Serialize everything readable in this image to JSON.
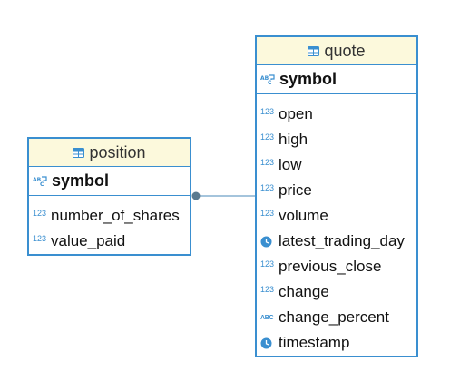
{
  "entities": [
    {
      "title": "position",
      "pk": {
        "name": "symbol",
        "icon": "key-abc-icon"
      },
      "columns": [
        {
          "name": "number_of_shares",
          "type_icon": "123"
        },
        {
          "name": "value_paid",
          "type_icon": "123"
        }
      ]
    },
    {
      "title": "quote",
      "pk": {
        "name": "symbol",
        "icon": "key-abc-icon"
      },
      "columns": [
        {
          "name": "open",
          "type_icon": "123"
        },
        {
          "name": "high",
          "type_icon": "123"
        },
        {
          "name": "low",
          "type_icon": "123"
        },
        {
          "name": "price",
          "type_icon": "123"
        },
        {
          "name": "volume",
          "type_icon": "123"
        },
        {
          "name": "latest_trading_day",
          "type_icon": "clock"
        },
        {
          "name": "previous_close",
          "type_icon": "123"
        },
        {
          "name": "change",
          "type_icon": "123"
        },
        {
          "name": "change_percent",
          "type_icon": "ABC"
        },
        {
          "name": "timestamp",
          "type_icon": "clock"
        }
      ]
    }
  ],
  "icons": {
    "int_label": "123",
    "text_label": "ABC"
  },
  "colors": {
    "border": "#3a8fd0",
    "header_bg": "#fcf9dc",
    "connector": "#5a7a90"
  },
  "relationship": {
    "from": "position",
    "to": "quote",
    "key": "symbol"
  }
}
